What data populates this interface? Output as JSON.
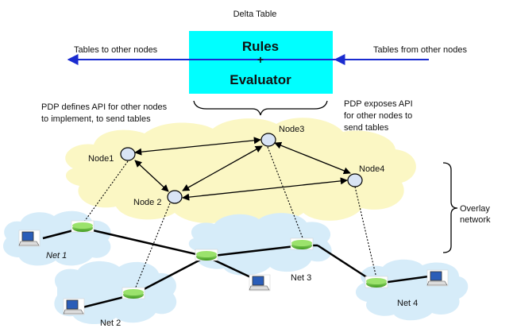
{
  "top": {
    "title": "Delta Table"
  },
  "box": {
    "line1": "Rules",
    "plus": "+",
    "line2": "Evaluator"
  },
  "arrows": {
    "left": "Tables to other nodes",
    "right": "Tables from other nodes"
  },
  "notes": {
    "left": [
      "PDP defines API for other nodes",
      "to implement, to send tables"
    ],
    "right": [
      "PDP exposes API",
      "for other nodes to",
      "send tables"
    ]
  },
  "nodes": {
    "n1": "Node1",
    "n2": "Node 2",
    "n3": "Node3",
    "n4": "Node4"
  },
  "overlay": [
    "Overlay",
    "network"
  ],
  "nets": {
    "net1": "Net 1",
    "net2": "Net 2",
    "net3": "Net 3",
    "net4": "Net 4"
  },
  "colors": {
    "box": "#00ffff",
    "arrow_line": "#0000c8",
    "cloud": "#fbf7c4",
    "net_cloud": "#d6ecf9",
    "router": "#6cc43a",
    "node": "#d9e4f5"
  }
}
